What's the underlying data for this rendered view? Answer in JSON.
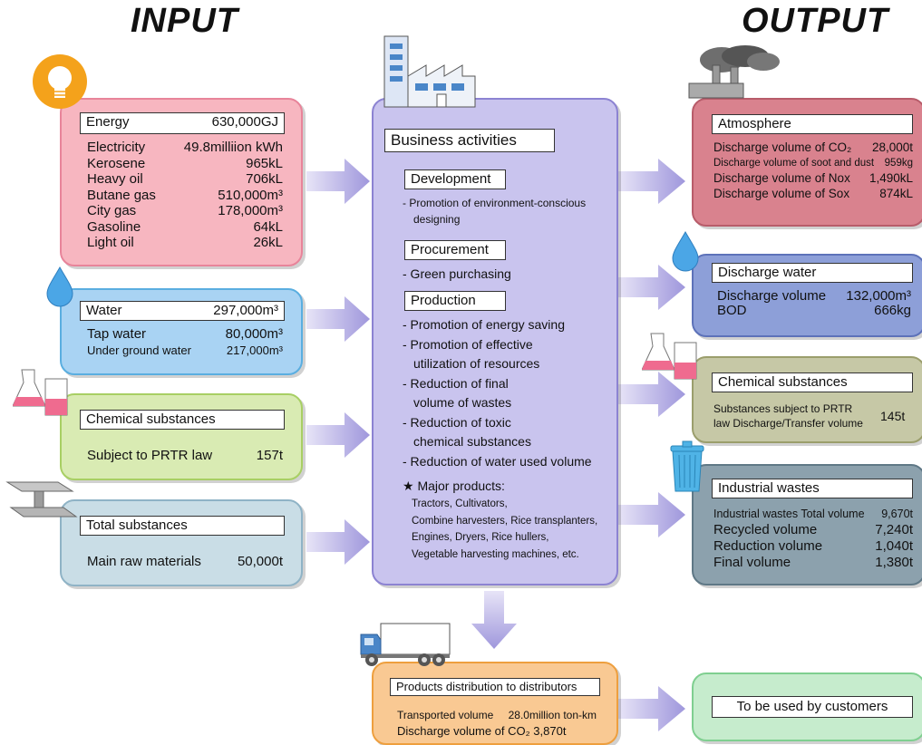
{
  "headings": {
    "input": "INPUT",
    "output": "OUTPUT"
  },
  "energy": {
    "title": "Energy",
    "total": "630,000GJ",
    "items": [
      {
        "label": "Electricity",
        "value": "49.8milliion kWh"
      },
      {
        "label": "Kerosene",
        "value": "965kL"
      },
      {
        "label": "Heavy oil",
        "value": "706kL"
      },
      {
        "label": "Butane gas",
        "value": "510,000m³"
      },
      {
        "label": "City gas",
        "value": "178,000m³"
      },
      {
        "label": "Gasoline",
        "value": "64kL"
      },
      {
        "label": "Light oil",
        "value": "26kL"
      }
    ]
  },
  "water": {
    "title": "Water",
    "total": "297,000m³",
    "items": [
      {
        "label": "Tap water",
        "value": "80,000m³"
      },
      {
        "label": "Under ground water",
        "value": "217,000m³"
      }
    ]
  },
  "chem_in": {
    "title": "Chemical substances",
    "label": "Subject to PRTR law",
    "value": "157t"
  },
  "total_sub": {
    "title": "Total substances",
    "label": "Main raw materials",
    "value": "50,000t"
  },
  "business": {
    "title": "Business activities",
    "development": {
      "title": "Development",
      "lines": [
        "- Promotion of environment-conscious",
        "designing"
      ]
    },
    "procurement": {
      "title": "Procurement",
      "lines": [
        "- Green purchasing"
      ]
    },
    "production": {
      "title": "Production",
      "lines": [
        "- Promotion of energy saving",
        "- Promotion of effective",
        "utilization of resources",
        "- Reduction of final",
        "volume of wastes",
        "- Reduction of toxic",
        "chemical substances",
        "- Reduction of water used volume"
      ]
    },
    "products_title": "★ Major products:",
    "products_lines": [
      "Tractors, Cultivators,",
      "Combine harvesters, Rice transplanters,",
      "Engines, Dryers, Rice hullers,",
      "Vegetable harvesting machines, etc."
    ]
  },
  "atmosphere": {
    "title": "Atmosphere",
    "items": [
      {
        "label": "Discharge volume of CO₂",
        "value": "28,000t"
      },
      {
        "label": "Discharge volume of soot and dust",
        "value": "959kg"
      },
      {
        "label": "Discharge volume of Nox",
        "value": "1,490kL"
      },
      {
        "label": "Discharge volume of Sox",
        "value": "874kL"
      }
    ]
  },
  "discharge": {
    "title": "Discharge water",
    "items": [
      {
        "label": "Discharge volume",
        "value": "132,000m³"
      },
      {
        "label": "BOD",
        "value": "666kg"
      }
    ]
  },
  "chem_out": {
    "title": "Chemical substances",
    "line1": "Substances subject to PRTR",
    "line2": "law Discharge/Transfer volume",
    "value": "145t"
  },
  "wastes": {
    "title": "Industrial wastes",
    "items": [
      {
        "label": "Industrial wastes Total volume",
        "value": "9,670t"
      },
      {
        "label": "Recycled volume",
        "value": "7,240t"
      },
      {
        "label": "Reduction volume",
        "value": "1,040t"
      },
      {
        "label": "Final volume",
        "value": "1,380t"
      }
    ]
  },
  "distribution": {
    "title": "Products distribution to distributors",
    "items": [
      {
        "label": "Transported volume",
        "value": "28.0million ton-km"
      },
      {
        "label": "Discharge volume of CO₂",
        "value": "3,870t"
      }
    ]
  },
  "customers": {
    "title": "To be used by customers"
  },
  "icons": [
    "lightbulb-icon",
    "factory-icon",
    "water-drop-icon",
    "flask-icon",
    "steel-beam-icon",
    "smokestack-icon",
    "trash-can-icon",
    "truck-icon"
  ],
  "colors": {
    "energy": "#f7b6c0",
    "water": "#a9d3f3",
    "chem_in": "#d9ebb3",
    "total_sub": "#c9dde6",
    "business": "#c9c4ee",
    "atmosphere": "#d9828e",
    "discharge": "#8d9fd8",
    "chem_out": "#c6c8a6",
    "wastes": "#8ca1ad",
    "distribution": "#f9c993",
    "customers": "#c6eccd",
    "arrow": "#b7b1e3"
  }
}
